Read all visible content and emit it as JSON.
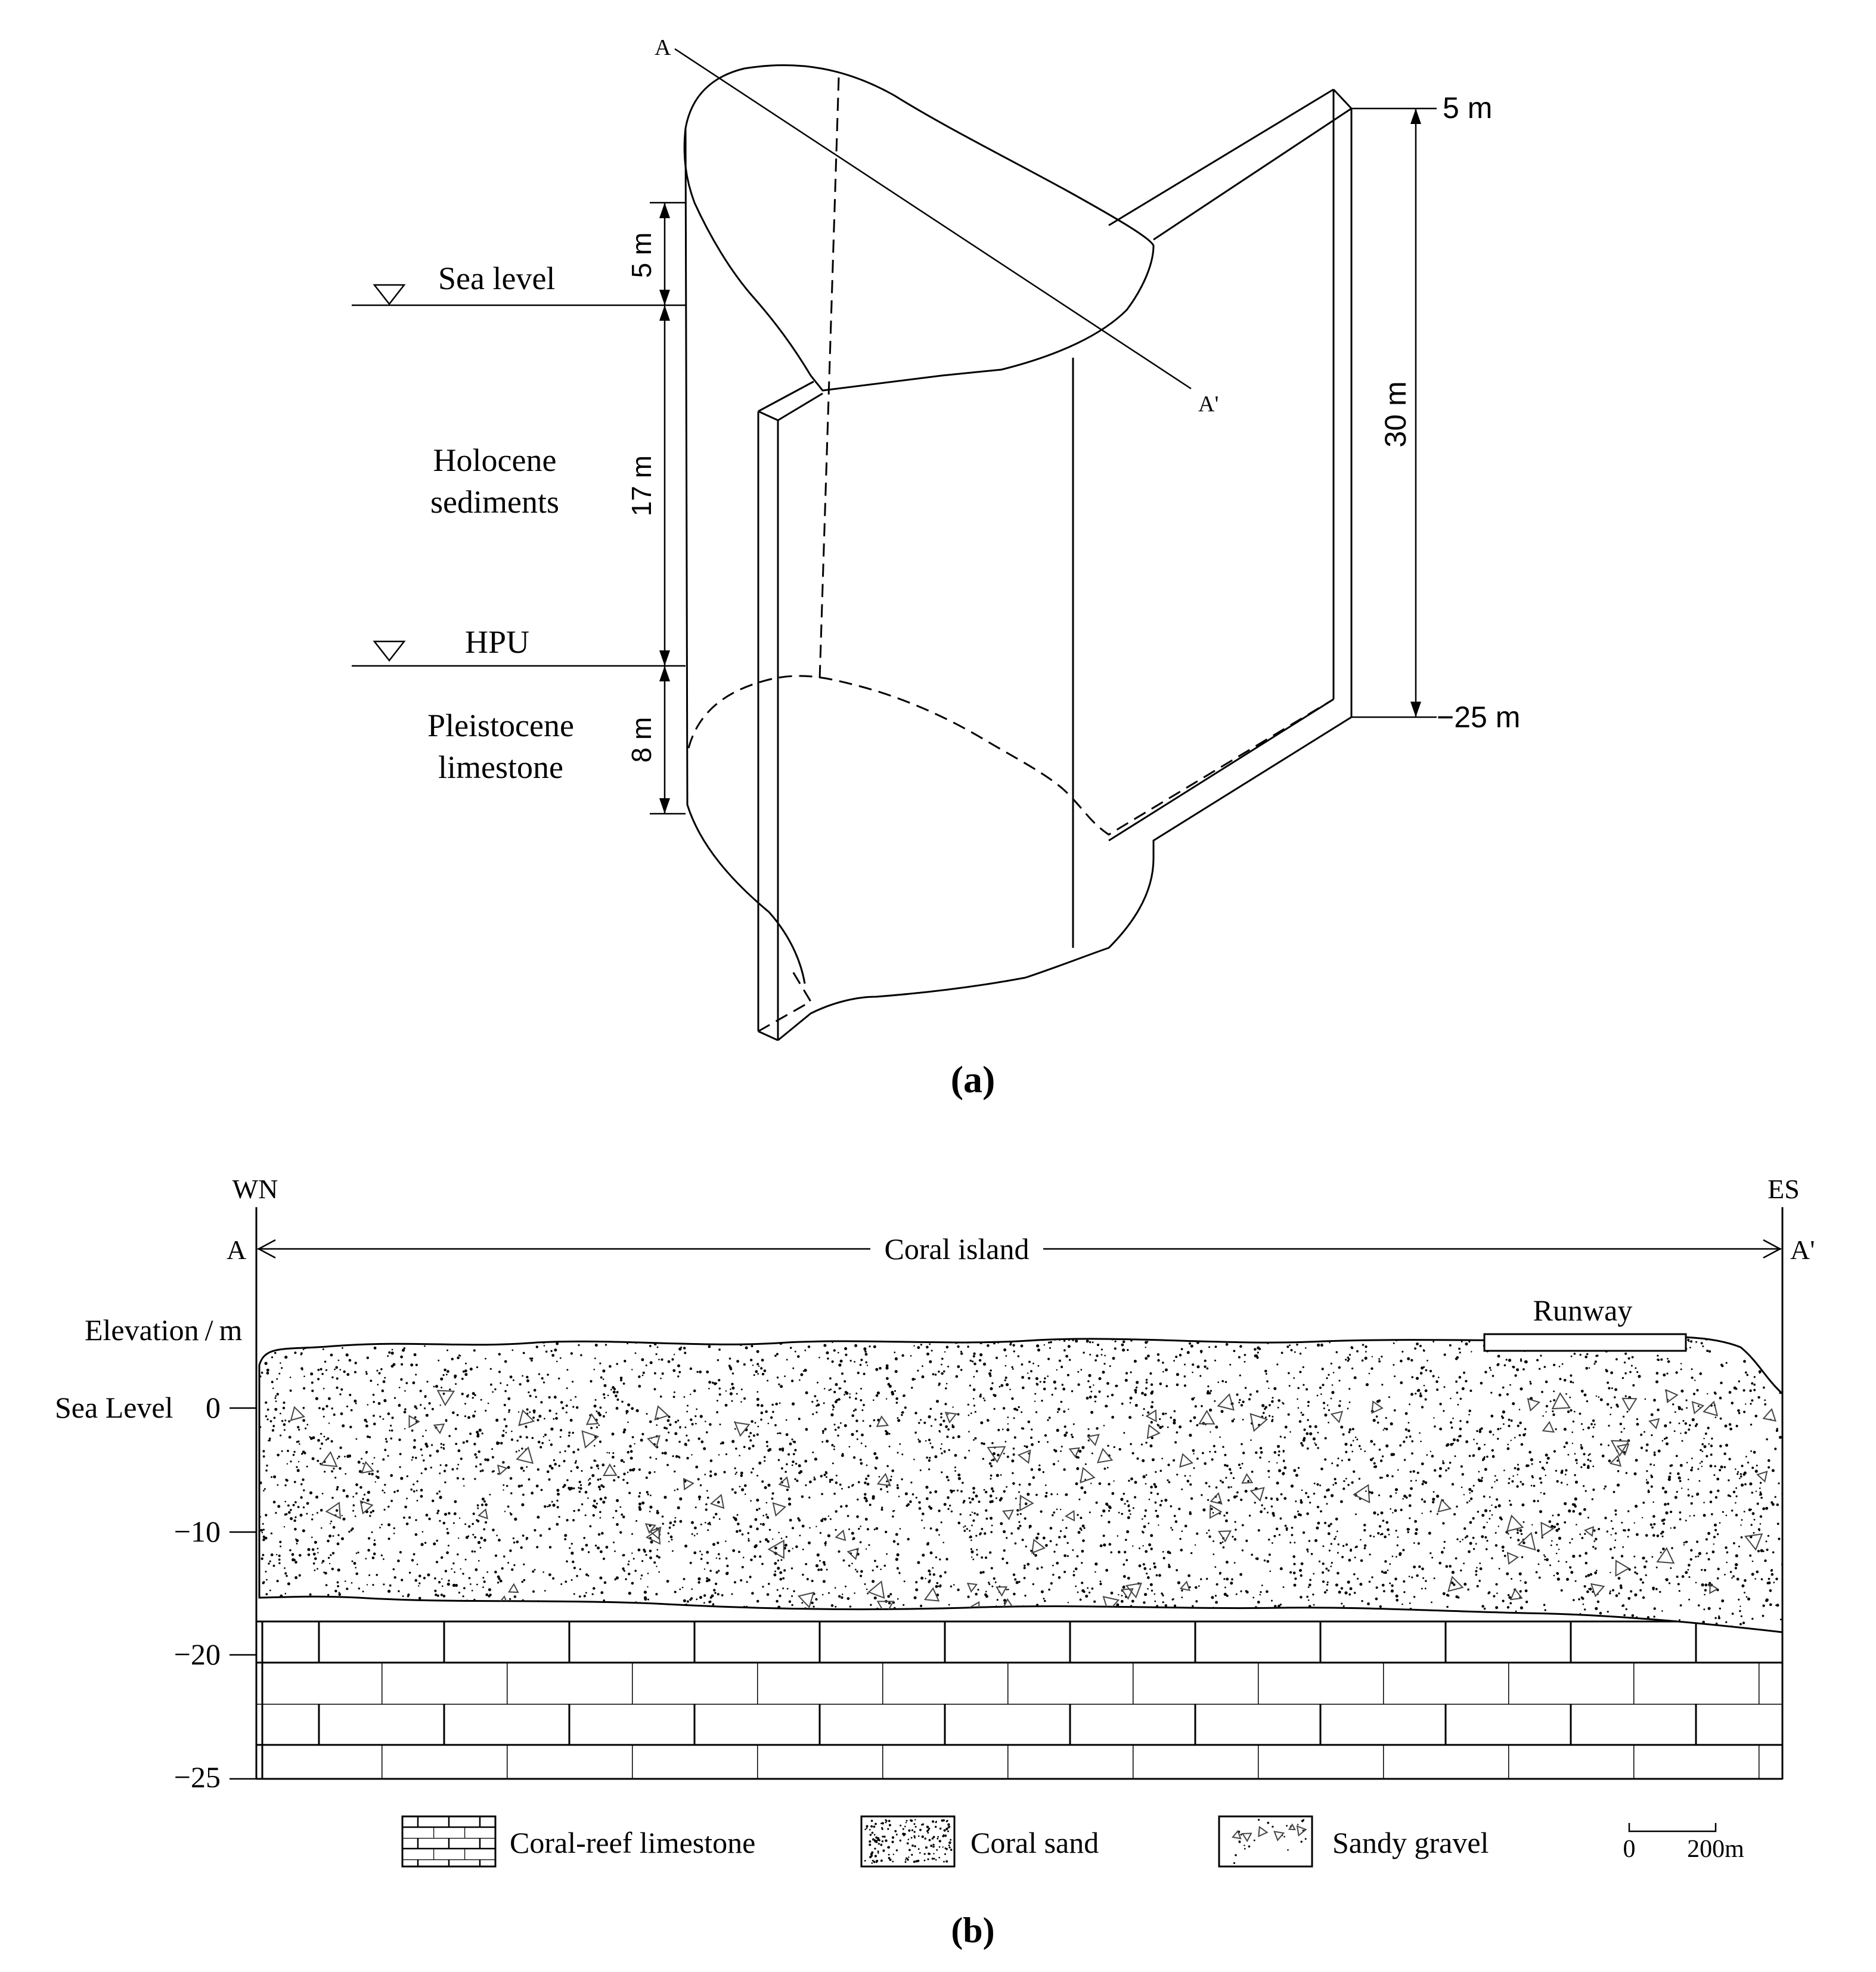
{
  "panel_a": {
    "caption": "(a)",
    "section_start": "A",
    "section_end": "A'",
    "sea_level_label": "Sea level",
    "hpu_label": "HPU",
    "holocene_label_line1": "Holocene",
    "holocene_label_line2": "sediments",
    "pleistocene_label_line1": "Pleistocene",
    "pleistocene_label_line2": "limestone",
    "dim_above_sea": "5 m",
    "dim_holocene": "17 m",
    "dim_pleistocene": "8 m",
    "dim_total": "30 m",
    "top_elevation": "5 m",
    "bottom_elevation": "−25 m"
  },
  "panel_b": {
    "caption": "(b)",
    "left_direction": "WN",
    "right_direction": "ES",
    "left_point": "A",
    "right_point": "A'",
    "span_label": "Coral island",
    "runway_label": "Runway",
    "axis_title": "Elevation / m",
    "sea_level_text": "Sea Level",
    "y_ticks": [
      "0",
      "−10",
      "−20",
      "−25"
    ],
    "legend": {
      "limestone": "Coral-reef  limestone",
      "sand": "Coral sand",
      "gravel": "Sandy gravel"
    },
    "scale": {
      "zero": "0",
      "length": "200m"
    }
  }
}
